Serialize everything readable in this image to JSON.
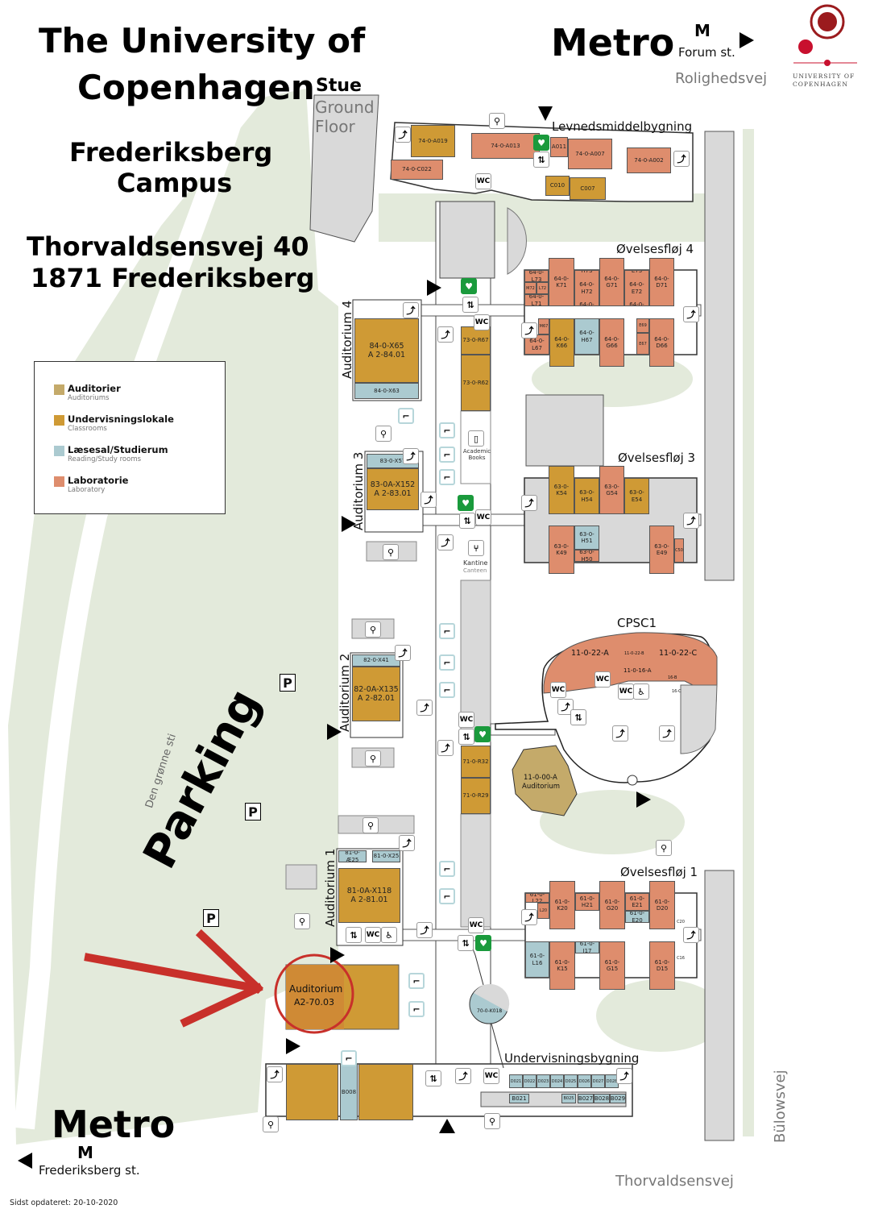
{
  "header": {
    "title_line1": "The University of",
    "title_line2": "Copenhagen",
    "campus_line1": "Frederiksberg",
    "campus_line2": "Campus",
    "address_line1": "Thorvaldsensvej 40",
    "address_line2": "1871 Frederiksberg"
  },
  "floor": {
    "local": "Stue",
    "english_line1": "Ground",
    "english_line2": "Floor"
  },
  "logo": {
    "text_line1": "UNIVERSITY OF",
    "text_line2": "COPENHAGEN"
  },
  "metro_top": {
    "title": "Metro",
    "symbol": "M",
    "station": "Forum st."
  },
  "metro_bottom": {
    "title": "Metro",
    "symbol": "M",
    "station": "Frederiksberg st."
  },
  "streets": {
    "rolighedsvej": "Rolighedsvej",
    "thorvaldsensvej": "Thorvaldsensvej",
    "bulowsvej": "Bülowsvej",
    "path": "Den grønne sti"
  },
  "parking": {
    "label": "Parking",
    "p": "P"
  },
  "legend": {
    "items": [
      {
        "label": "Auditorier",
        "sub": "Auditoriums",
        "color": "#c4aa6a"
      },
      {
        "label": "Undervisningslokale",
        "sub": "Classrooms",
        "color": "#cf9a35"
      },
      {
        "label": "Læsesal/Studierum",
        "sub": "Reading/Study rooms",
        "color": "#abcad0"
      },
      {
        "label": "Laboratorie",
        "sub": "Laboratory",
        "color": "#de8d6d"
      }
    ]
  },
  "buildings": {
    "levnedsmiddel": "Levnedsmiddelbygning",
    "ovelse4": "Øvelsesfløj 4",
    "ovelse3": "Øvelsesfløj 3",
    "ovelse1": "Øvelsesfløj 1",
    "cpsc1": "CPSC1",
    "undervisning": "Undervisningsbygning",
    "aud4": "Auditorium 4",
    "aud3": "Auditorium 3",
    "aud2": "Auditorium 2",
    "aud1": "Auditorium 1"
  },
  "facilities": {
    "books": "Academic\nBooks",
    "canteen_line1": "Kantine",
    "canteen_line2": "Canteen",
    "wc": "WC"
  },
  "highlight": {
    "label_line1": "Auditorium",
    "label_line2": "A2-70.03"
  },
  "footer": {
    "updated": "Sidst opdateret: 20-10-2020"
  },
  "rooms": [
    {
      "label": "74-0-A019",
      "type": "classroom"
    },
    {
      "label": "74-0-C022",
      "type": "lab"
    },
    {
      "label": "74-0-A013",
      "type": "lab"
    },
    {
      "label": "A011",
      "type": "lab"
    },
    {
      "label": "74-0-A007",
      "type": "lab"
    },
    {
      "label": "74-0-A002",
      "type": "lab"
    },
    {
      "label": "C010",
      "type": "classroom"
    },
    {
      "label": "C007",
      "type": "classroom"
    },
    {
      "label": "84-0-X65\nA 2-84.01",
      "type": "classroom"
    },
    {
      "label": "84-0-X63",
      "type": "reading"
    },
    {
      "label": "73-0-R67",
      "type": "classroom"
    },
    {
      "label": "73-0-R62",
      "type": "classroom"
    },
    {
      "label": "64-0-L73",
      "type": "lab"
    },
    {
      "label": "M72",
      "type": "lab"
    },
    {
      "label": "L72",
      "type": "lab"
    },
    {
      "label": "64-0-L71",
      "type": "lab"
    },
    {
      "label": "64-0-K71",
      "type": "lab"
    },
    {
      "label": "64-0-H73\n\n64-0-H72\n\n64-0-H71",
      "type": "lab"
    },
    {
      "label": "64-0-G71",
      "type": "lab"
    },
    {
      "label": "64-0-E73\n\n64-0-E72\n\n64-0-E71",
      "type": "lab"
    },
    {
      "label": "64-0-D71",
      "type": "lab"
    },
    {
      "label": "M67",
      "type": "lab"
    },
    {
      "label": "64-0-L67",
      "type": "lab"
    },
    {
      "label": "64-0-K66",
      "type": "classroom"
    },
    {
      "label": "64-0-H67",
      "type": "reading"
    },
    {
      "label": "64-0-G66",
      "type": "lab"
    },
    {
      "label": "E69",
      "type": "lab"
    },
    {
      "label": "E67",
      "type": "lab"
    },
    {
      "label": "64-0-D66",
      "type": "lab"
    },
    {
      "label": "83-0-X57",
      "type": "reading"
    },
    {
      "label": "83-0A-X152\nA 2-83.01",
      "type": "classroom"
    },
    {
      "label": "63-0-K54",
      "type": "classroom"
    },
    {
      "label": "63-0-H54",
      "type": "classroom"
    },
    {
      "label": "63-0-G54",
      "type": "lab"
    },
    {
      "label": "63-0-E54",
      "type": "classroom"
    },
    {
      "label": "63-0-K49",
      "type": "lab"
    },
    {
      "label": "63-0-H51",
      "type": "reading"
    },
    {
      "label": "63-0-H50",
      "type": "lab"
    },
    {
      "label": "63-0-E49",
      "type": "lab"
    },
    {
      "label": "C50",
      "type": "lab"
    },
    {
      "label": "82-0-X41",
      "type": "reading"
    },
    {
      "label": "82-0A-X135\nA 2-82.01",
      "type": "classroom"
    },
    {
      "label": "71-0-R32",
      "type": "classroom"
    },
    {
      "label": "71-0-R29",
      "type": "classroom"
    },
    {
      "label": "81-0-Æ25",
      "type": "reading"
    },
    {
      "label": "81-0-X25",
      "type": "reading"
    },
    {
      "label": "81-0A-X118\nA 2-81.01",
      "type": "classroom"
    },
    {
      "label": "61-0-L22",
      "type": "lab"
    },
    {
      "label": "L20",
      "type": "lab"
    },
    {
      "label": "61-0-K20",
      "type": "lab"
    },
    {
      "label": "61-0-H21",
      "type": "lab"
    },
    {
      "label": "61-0-G20",
      "type": "lab"
    },
    {
      "label": "61-0-E21",
      "type": "lab"
    },
    {
      "label": "61-0-E20",
      "type": "reading"
    },
    {
      "label": "61-0-D20",
      "type": "lab"
    },
    {
      "label": "C20",
      "type": "gray"
    },
    {
      "label": "61-0-L16",
      "type": "reading"
    },
    {
      "label": "61-0-K15",
      "type": "lab"
    },
    {
      "label": "61-0-J17",
      "type": "reading"
    },
    {
      "label": "61-0-G15",
      "type": "lab"
    },
    {
      "label": "61-0-D15",
      "type": "lab"
    },
    {
      "label": "C16",
      "type": "gray"
    },
    {
      "label": "B008",
      "type": "reading"
    },
    {
      "label": "D021",
      "type": "reading"
    },
    {
      "label": "D022",
      "type": "reading"
    },
    {
      "label": "D023",
      "type": "reading"
    },
    {
      "label": "D024",
      "type": "reading"
    },
    {
      "label": "D025",
      "type": "reading"
    },
    {
      "label": "D026",
      "type": "reading"
    },
    {
      "label": "D027",
      "type": "reading"
    },
    {
      "label": "D028",
      "type": "reading"
    },
    {
      "label": "B021",
      "type": "reading"
    },
    {
      "label": "B025",
      "type": "reading"
    },
    {
      "label": "B027",
      "type": "reading"
    },
    {
      "label": "B028",
      "type": "reading"
    },
    {
      "label": "B029",
      "type": "reading"
    }
  ],
  "cpsc_rooms": {
    "r22a": "11-0-22-A",
    "r22b": "11-0-22-B",
    "r22c": "11-0-22-C",
    "r16a": "11-0-16-A",
    "r16b": "16-B",
    "r16c": "16-C",
    "aud_line1": "11-0-00-A",
    "aud_line2": "Auditorium"
  },
  "rotunda_room": "70-0-K018",
  "colors": {
    "highlight_red": "#c8302a",
    "aed_green": "#1a9a3c"
  }
}
